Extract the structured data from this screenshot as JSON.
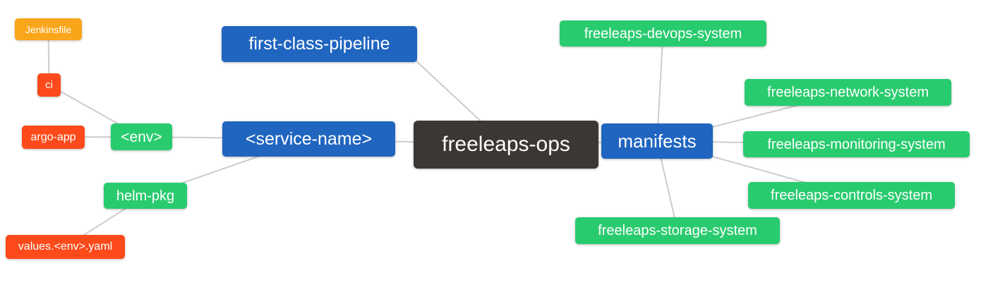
{
  "palette": {
    "orange": "#F9A61A",
    "red": "#FC4A1A",
    "green": "#29CB6F",
    "blue": "#2065C0",
    "dark": "#3B3734",
    "edge": "#CCCCCC",
    "text": "#FFFFFF",
    "background": "#FFFFFF"
  },
  "diagram": {
    "type": "mind-map",
    "root": "freeleaps-ops",
    "nodes": {
      "jenkinsfile": {
        "label": "Jenkinsfile",
        "color": "orange"
      },
      "ci": {
        "label": "ci",
        "color": "red"
      },
      "argo-app": {
        "label": "argo-app",
        "color": "red"
      },
      "env": {
        "label": "<env>",
        "color": "green"
      },
      "helm-pkg": {
        "label": "helm-pkg",
        "color": "green"
      },
      "values-env-yaml": {
        "label": "values.<env>.yaml",
        "color": "red"
      },
      "first-class-pipeline": {
        "label": "first-class-pipeline",
        "color": "blue"
      },
      "service-name": {
        "label": "<service-name>",
        "color": "blue"
      },
      "freeleaps-ops": {
        "label": "freeleaps-ops",
        "color": "dark"
      },
      "manifests": {
        "label": "manifests",
        "color": "blue"
      },
      "freeleaps-devops-system": {
        "label": "freeleaps-devops-system",
        "color": "green"
      },
      "freeleaps-network-system": {
        "label": "freeleaps-network-system",
        "color": "green"
      },
      "freeleaps-monitoring-system": {
        "label": "freeleaps-monitoring-system",
        "color": "green"
      },
      "freeleaps-controls-system": {
        "label": "freeleaps-controls-system",
        "color": "green"
      },
      "freeleaps-storage-system": {
        "label": "freeleaps-storage-system",
        "color": "green"
      }
    },
    "edges": [
      {
        "from": "jenkinsfile",
        "to": "ci"
      },
      {
        "from": "ci",
        "to": "env"
      },
      {
        "from": "argo-app",
        "to": "env"
      },
      {
        "from": "env",
        "to": "service-name"
      },
      {
        "from": "helm-pkg",
        "to": "service-name"
      },
      {
        "from": "values-env-yaml",
        "to": "helm-pkg"
      },
      {
        "from": "first-class-pipeline",
        "to": "freeleaps-ops",
        "from_side": "bottom-right"
      },
      {
        "from": "service-name",
        "to": "freeleaps-ops"
      },
      {
        "from": "freeleaps-ops",
        "to": "manifests"
      },
      {
        "from": "manifests",
        "to": "freeleaps-devops-system"
      },
      {
        "from": "manifests",
        "to": "freeleaps-network-system"
      },
      {
        "from": "manifests",
        "to": "freeleaps-monitoring-system"
      },
      {
        "from": "manifests",
        "to": "freeleaps-controls-system"
      },
      {
        "from": "manifests",
        "to": "freeleaps-storage-system"
      }
    ]
  }
}
